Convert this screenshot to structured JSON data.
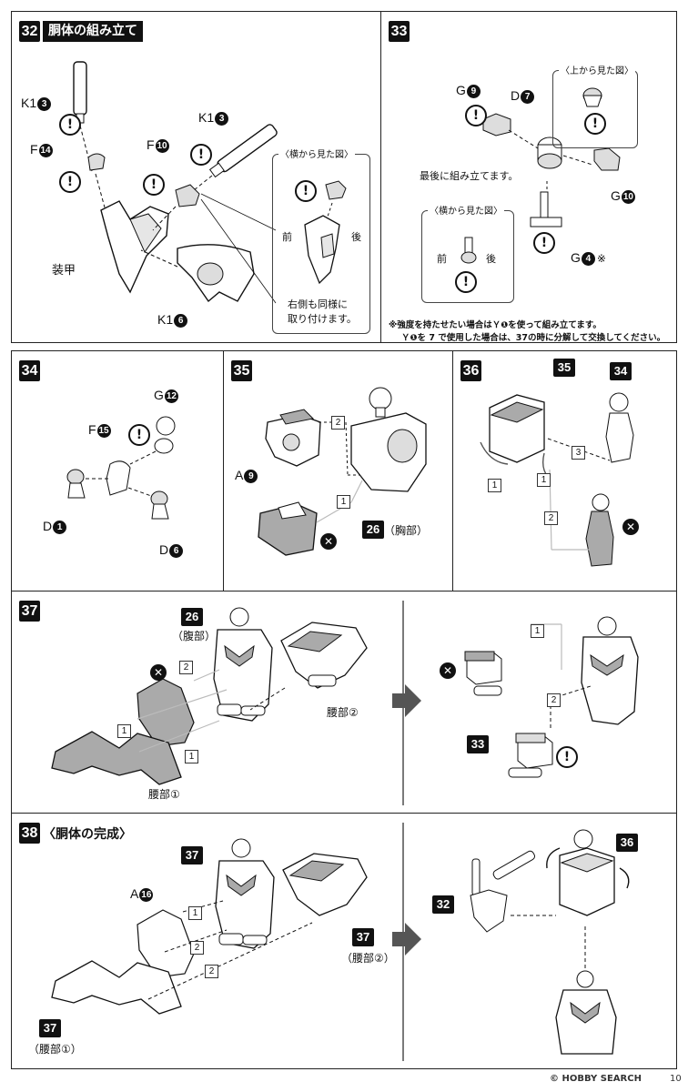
{
  "steps": {
    "s32": {
      "num": "32",
      "title": "胴体の組み立て",
      "k1_top": "K1",
      "k1_top_n": "3",
      "k1_right": "K1",
      "k1_right_n": "3",
      "f14": "F",
      "f14_n": "14",
      "f10": "F",
      "f10_n": "10",
      "armor": "装甲",
      "k1_bottom": "K1",
      "k1_bottom_n": "6",
      "side_view": "〈横から見た図〉",
      "front": "前",
      "back": "後",
      "right_side_note_1": "右側も同様に",
      "right_side_note_2": "取り付けます。"
    },
    "s33": {
      "num": "33",
      "g9": "G",
      "g9_n": "9",
      "d7": "D",
      "d7_n": "7",
      "top_view": "〈上から見た図〉",
      "assemble_last": "最後に組み立てます。",
      "side_view": "〈横から見た図〉",
      "front": "前",
      "back": "後",
      "g10": "G",
      "g10_n": "10",
      "g4": "G",
      "g4_n": "4",
      "ref": "※",
      "note_1": "※強度を持たせたい場合はＹ❶を使って組み立てます。",
      "note_2": "Ｙ❶を 7 で使用した場合は、37の時に分解して交換してください。"
    },
    "s34": {
      "num": "34",
      "g12": "G",
      "g12_n": "12",
      "f15": "F",
      "f15_n": "15",
      "d1": "D",
      "d1_n": "1",
      "d6": "D",
      "d6_n": "6"
    },
    "s35": {
      "num": "35",
      "a9": "A",
      "a9_n": "9",
      "chest_num": "26",
      "chest": "（胸部）",
      "b1": "1",
      "b2": "2"
    },
    "s36": {
      "num": "36",
      "ref35": "35",
      "ref34": "34",
      "b1": "1",
      "b2": "2",
      "b3": "3"
    },
    "s37": {
      "num": "37",
      "abdomen_num": "26",
      "abdomen": "（腹部）",
      "waist2": "腰部②",
      "waist1": "腰部①",
      "b1": "1",
      "b2": "2",
      "ref33": "33"
    },
    "s38": {
      "num": "38",
      "title": "〈胴体の完成〉",
      "a16": "A",
      "a16_n": "16",
      "ref37a": "37",
      "ref37b": "37",
      "waist2": "（腰部②）",
      "ref37c": "37",
      "waist1": "（腰部①）",
      "ref32": "32",
      "ref36": "36",
      "b1": "1",
      "b2": "2"
    }
  },
  "footer": {
    "watermark": "© HOBBY SEARCH",
    "page": "10"
  }
}
